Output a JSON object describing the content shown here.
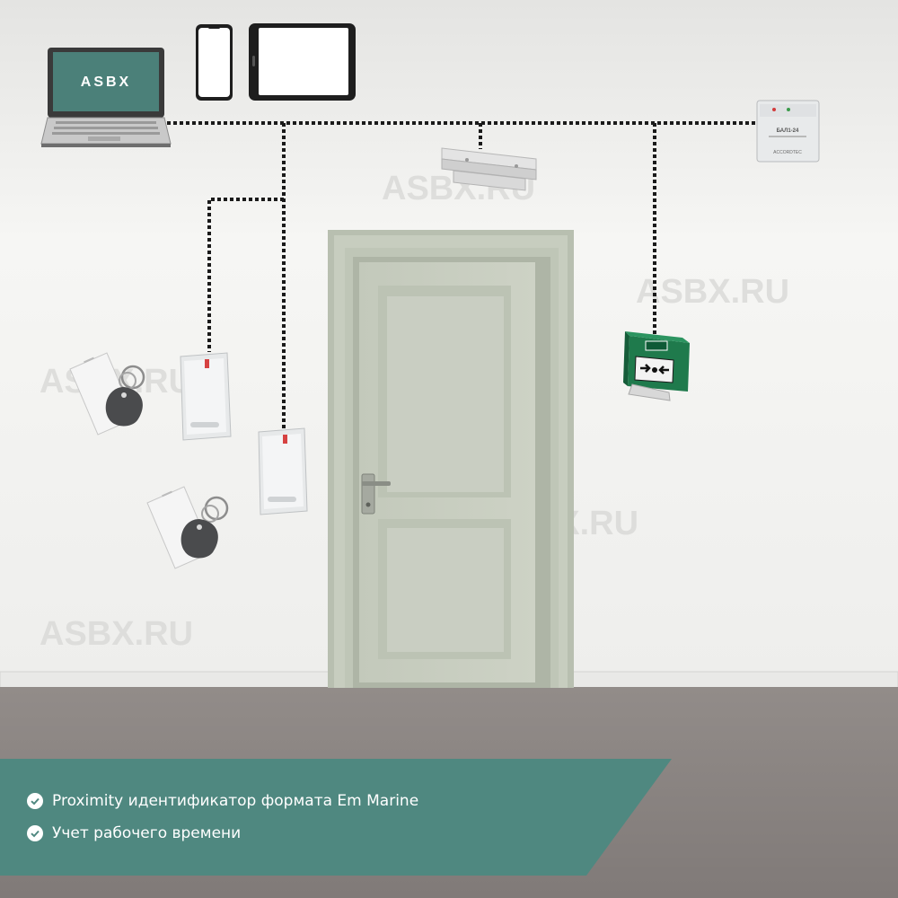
{
  "laptop": {
    "screen_text": "ASBX"
  },
  "watermark": "ASBX.RU",
  "power_supply": {
    "label": "БАЛ1-24",
    "brand": "ACCORDTEC"
  },
  "features": [
    {
      "text": "Proximity идентификатор формата Em Marine",
      "icon": "check-circle-icon"
    },
    {
      "text": "Учет рабочего времени",
      "icon": "check-circle-icon"
    }
  ],
  "colors": {
    "wall": "#f1f1ef",
    "floor": "#8a8583",
    "door": "#c7cdbf",
    "banner": "#4f8880",
    "cable": "#1a1a1a",
    "exit_button": "#1f7a4c"
  }
}
